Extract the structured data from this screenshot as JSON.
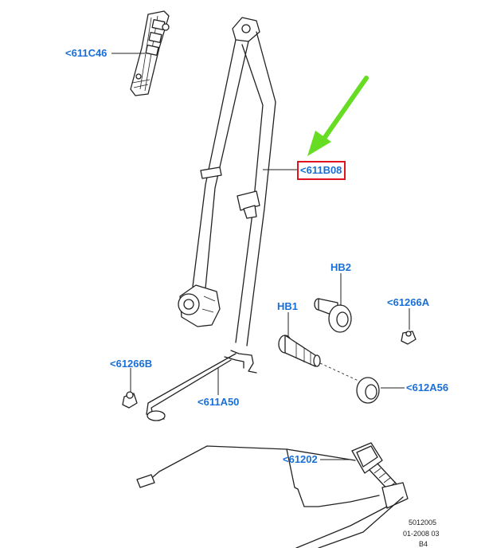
{
  "callouts": {
    "c611C46": "<611C46",
    "c611B08": "<611B08",
    "hb2": "HB2",
    "hb1": "HB1",
    "c61266A": "<61266A",
    "c61266B": "<61266B",
    "c611A50": "<611A50",
    "c612A56": "<612A56",
    "c61202": "<61202"
  },
  "footer": {
    "line1": "5012005",
    "line2": "01-2008 03",
    "line3": "B4"
  },
  "colors": {
    "callout_text": "#1a6fd6",
    "highlight_box": "#e0141e",
    "pointer_arrow": "#66dd22"
  }
}
